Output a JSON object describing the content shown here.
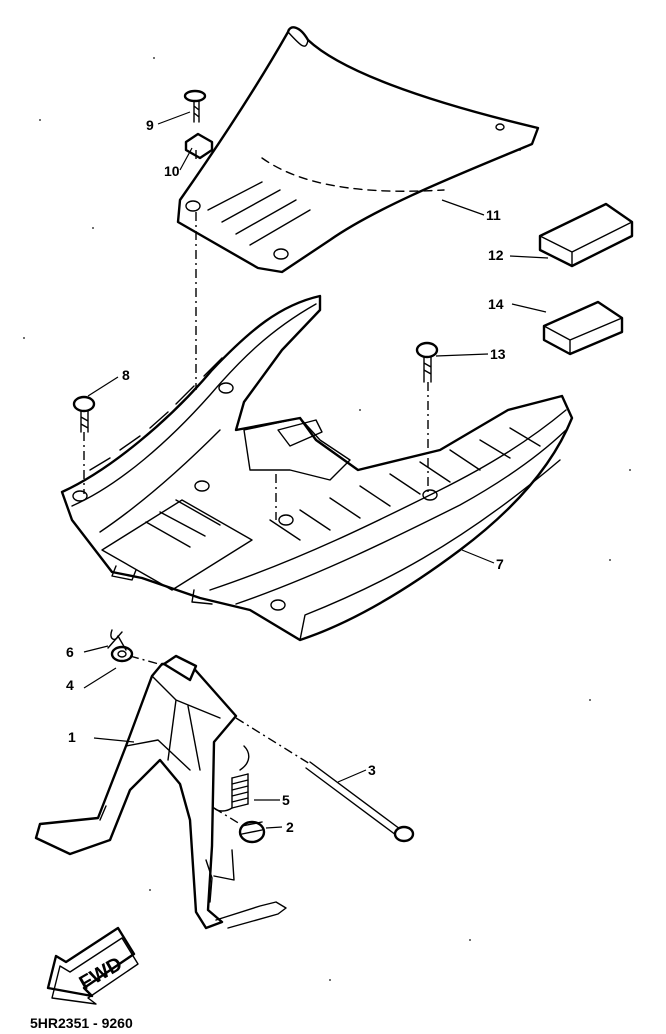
{
  "callouts": [
    {
      "label": "1"
    },
    {
      "label": "2"
    },
    {
      "label": "3"
    },
    {
      "label": "4"
    },
    {
      "label": "5"
    },
    {
      "label": "6"
    },
    {
      "label": "7"
    },
    {
      "label": "8"
    },
    {
      "label": "9"
    },
    {
      "label": "10"
    },
    {
      "label": "11"
    },
    {
      "label": "12"
    },
    {
      "label": "13"
    },
    {
      "label": "14"
    }
  ],
  "direction_badge": {
    "label": "FWD"
  },
  "drawing_code": "5HR2351 - 9260"
}
